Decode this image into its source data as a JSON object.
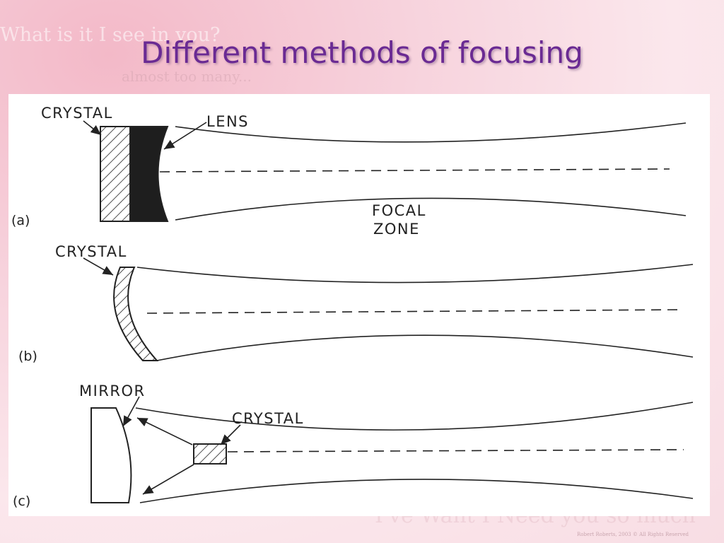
{
  "background": {
    "script_line1": "What is it I see in you?",
    "script_line2": "almost too many...",
    "bottom_script": "I've Want I Need you so much",
    "bottom_small": "Robert Roberts, 2003 © All Rights Reserved"
  },
  "slide": {
    "title": "Different methods of focusing",
    "title_color": "#6a2a93"
  },
  "figure": {
    "panel_a": {
      "sublabel": "(a)",
      "crystal_label": "CRYSTAL",
      "lens_label": "LENS",
      "zone_line1": "FOCAL",
      "zone_line2": "ZONE"
    },
    "panel_b": {
      "sublabel": "(b)",
      "crystal_label": "CRYSTAL"
    },
    "panel_c": {
      "sublabel": "(c)",
      "mirror_label": "MIRROR",
      "crystal_label": "CRYSTAL"
    }
  }
}
